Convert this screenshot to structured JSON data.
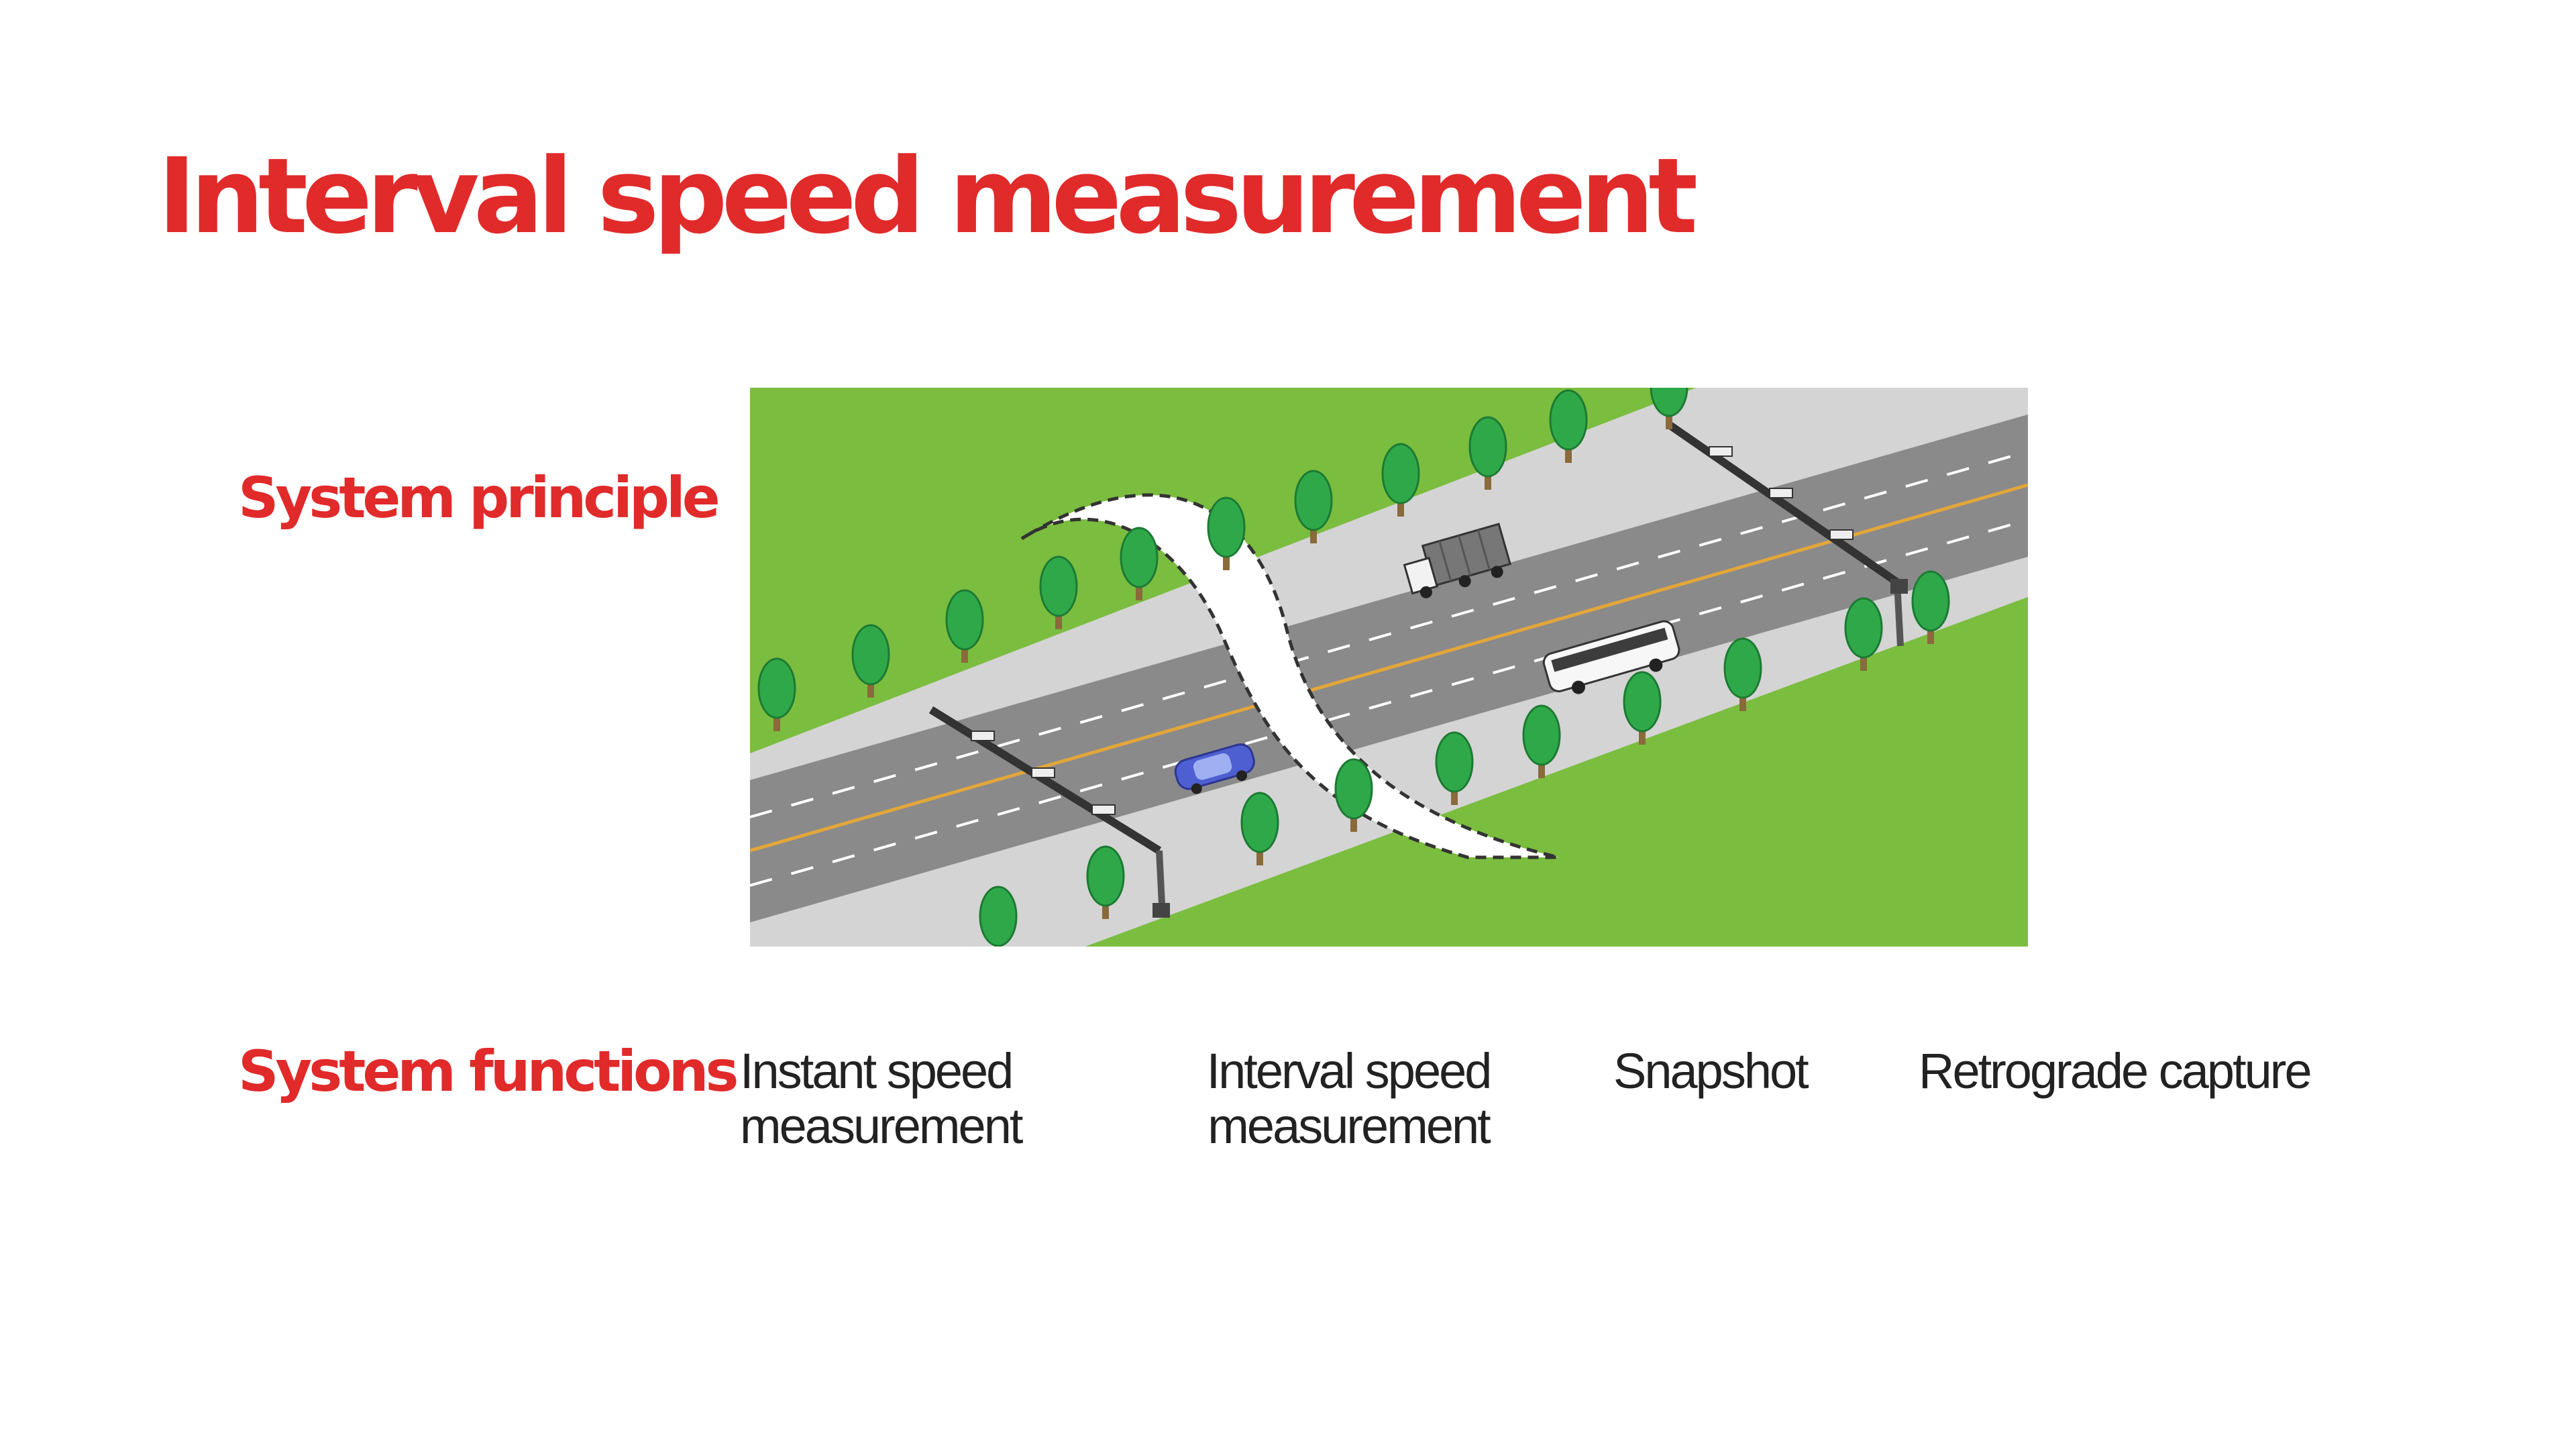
{
  "title": "Interval speed measurement",
  "principle": {
    "label": "System principle"
  },
  "functions": {
    "label": "System functions",
    "items": [
      {
        "label": "Instant speed measurement"
      },
      {
        "label": "Interval speed measurement"
      },
      {
        "label": "Snapshot"
      },
      {
        "label": "Retrograde capture"
      }
    ]
  },
  "colors": {
    "accent": "#e12a2a",
    "grass": "#7bbd3f",
    "road": "#8c8c8c",
    "sidewalk": "#d4d4d4"
  },
  "diagram": {
    "vehicles": [
      "car-icon",
      "truck-icon",
      "bus-icon"
    ],
    "gantries": [
      "entry-gantry-icon",
      "exit-gantry-icon"
    ]
  }
}
